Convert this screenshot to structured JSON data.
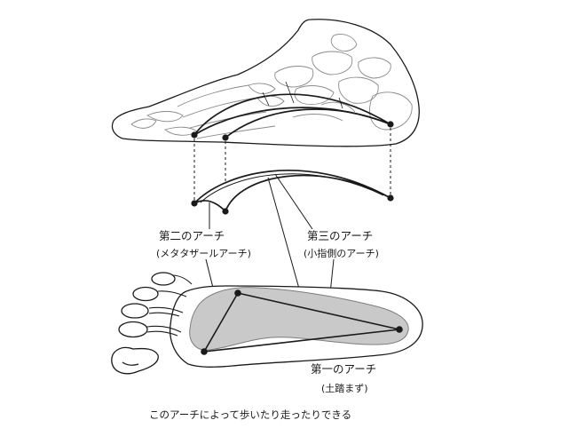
{
  "labels": {
    "arch2_title": "第二のアーチ",
    "arch2_sub": "(メタタザールアーチ)",
    "arch3_title": "第三のアーチ",
    "arch3_sub": "(小指側のアーチ)",
    "arch1_title": "第一のアーチ",
    "arch1_sub": "(土踏まず)"
  },
  "caption": "このアーチによって歩いたり走ったりできる",
  "colors": {
    "ink": "#1a1a1a",
    "sketch": "#8a8a8a",
    "arch_fill": "#c9c9c9"
  }
}
